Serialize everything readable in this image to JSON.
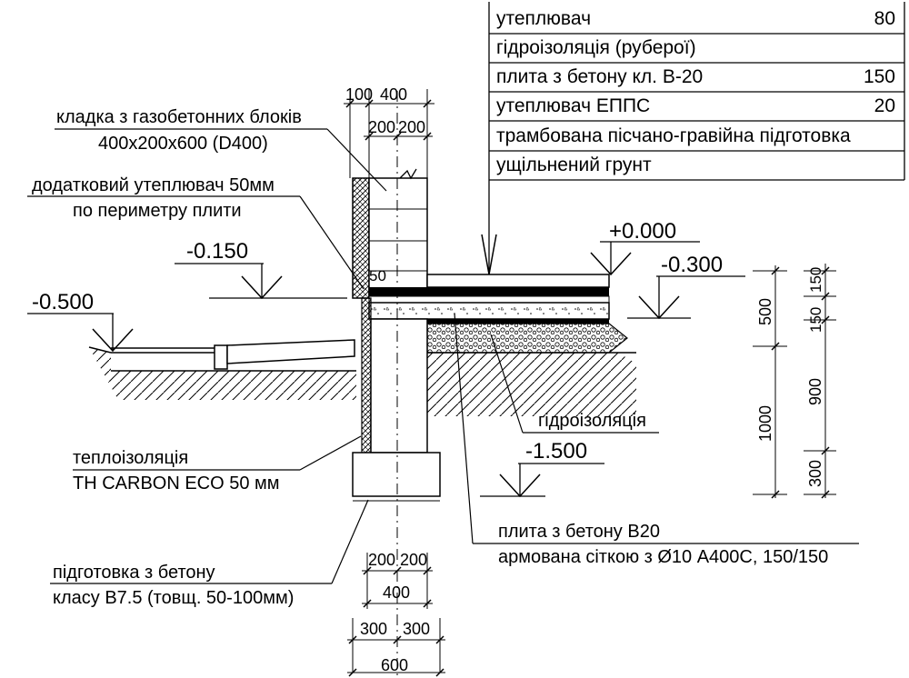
{
  "layers_table": [
    {
      "name": "утеплювач",
      "value": "80"
    },
    {
      "name": "гідроізоляція (руберої)",
      "value": ""
    },
    {
      "name": "плита з бетону кл. В-20",
      "value": "150"
    },
    {
      "name": "утеплювач ЕППС",
      "value": "20"
    },
    {
      "name": "трамбована пісчано-гравійна підготовка",
      "value": ""
    },
    {
      "name": "ущільнений грунт",
      "value": ""
    }
  ],
  "callouts": {
    "wall_line1": "кладка з газобетонних блоків",
    "wall_line2": "400x200x600 (D400)",
    "insul_line1": "додатковий утеплювач 50мм",
    "insul_line2": "по периметру плити",
    "thermal_line1": "теплоізоляція",
    "thermal_line2": "TH CARBON ECO   50 мм",
    "prep_line1": "підготовка з бетону",
    "prep_line2": "класу В7.5 (товщ. 50-100мм)",
    "waterproof": "гідроізоляція",
    "slab_line1": "плита з бетону В20",
    "slab_line2": "армована сіткою з Ø10 А400С, 150/150"
  },
  "levels": {
    "l1": "+0.000",
    "l2": "-0.150",
    "l3": "-0.300",
    "l4": "-0.500",
    "l5": "-1.500"
  },
  "dims": {
    "top_100": "100",
    "top_400": "400",
    "top_200a": "200",
    "top_200b": "200",
    "d50": "50",
    "b_200a": "200",
    "b_200b": "200",
    "b_400": "400",
    "b_300a": "300",
    "b_300b": "300",
    "b_600": "600",
    "r_500": "500",
    "r_1000": "1000",
    "r_150a": "150",
    "r_150b": "150",
    "r_900": "900",
    "r_300": "300"
  }
}
